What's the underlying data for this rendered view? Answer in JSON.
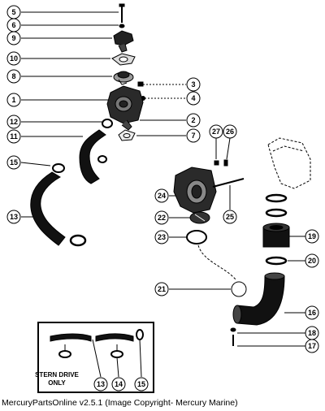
{
  "callouts": {
    "c1": "1",
    "c2": "2",
    "c3": "3",
    "c4": "4",
    "c5": "5",
    "c6": "6",
    "c7": "7",
    "c8": "8",
    "c9": "9",
    "c10": "10",
    "c11": "11",
    "c12": "12",
    "c13": "13",
    "c15": "15",
    "c16": "16",
    "c17": "17",
    "c18": "18",
    "c19": "19",
    "c20": "20",
    "c21": "21",
    "c22": "22",
    "c23": "23",
    "c24": "24",
    "c25": "25",
    "c26": "26",
    "c27": "27"
  },
  "inset": {
    "line1": "STERN DRIVE",
    "line2": "ONLY",
    "c13": "13",
    "c14": "14",
    "c15": "15"
  },
  "caption": "MercuryPartsOnline v2.5.1 (Image Copyright- Mercury Marine)"
}
